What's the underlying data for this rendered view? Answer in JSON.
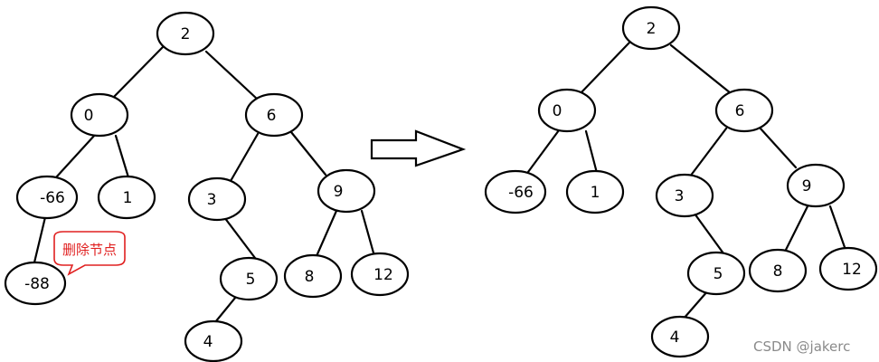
{
  "before_tree": {
    "nodes": {
      "n2": "2",
      "n0": "0",
      "n6": "6",
      "nm66": "-66",
      "n1": "1",
      "n3": "3",
      "n9": "9",
      "nm88": "-88",
      "n5": "5",
      "n8": "8",
      "n12": "12",
      "n4": "4"
    }
  },
  "after_tree": {
    "nodes": {
      "n2": "2",
      "n0": "0",
      "n6": "6",
      "nm66": "-66",
      "n1": "1",
      "n3": "3",
      "n9": "9",
      "n5": "5",
      "n8": "8",
      "n12": "12",
      "n4": "4"
    }
  },
  "annotation": {
    "delete_node_label": "删除节点",
    "color": "#e02020"
  },
  "watermark": "CSDN @jakerc"
}
